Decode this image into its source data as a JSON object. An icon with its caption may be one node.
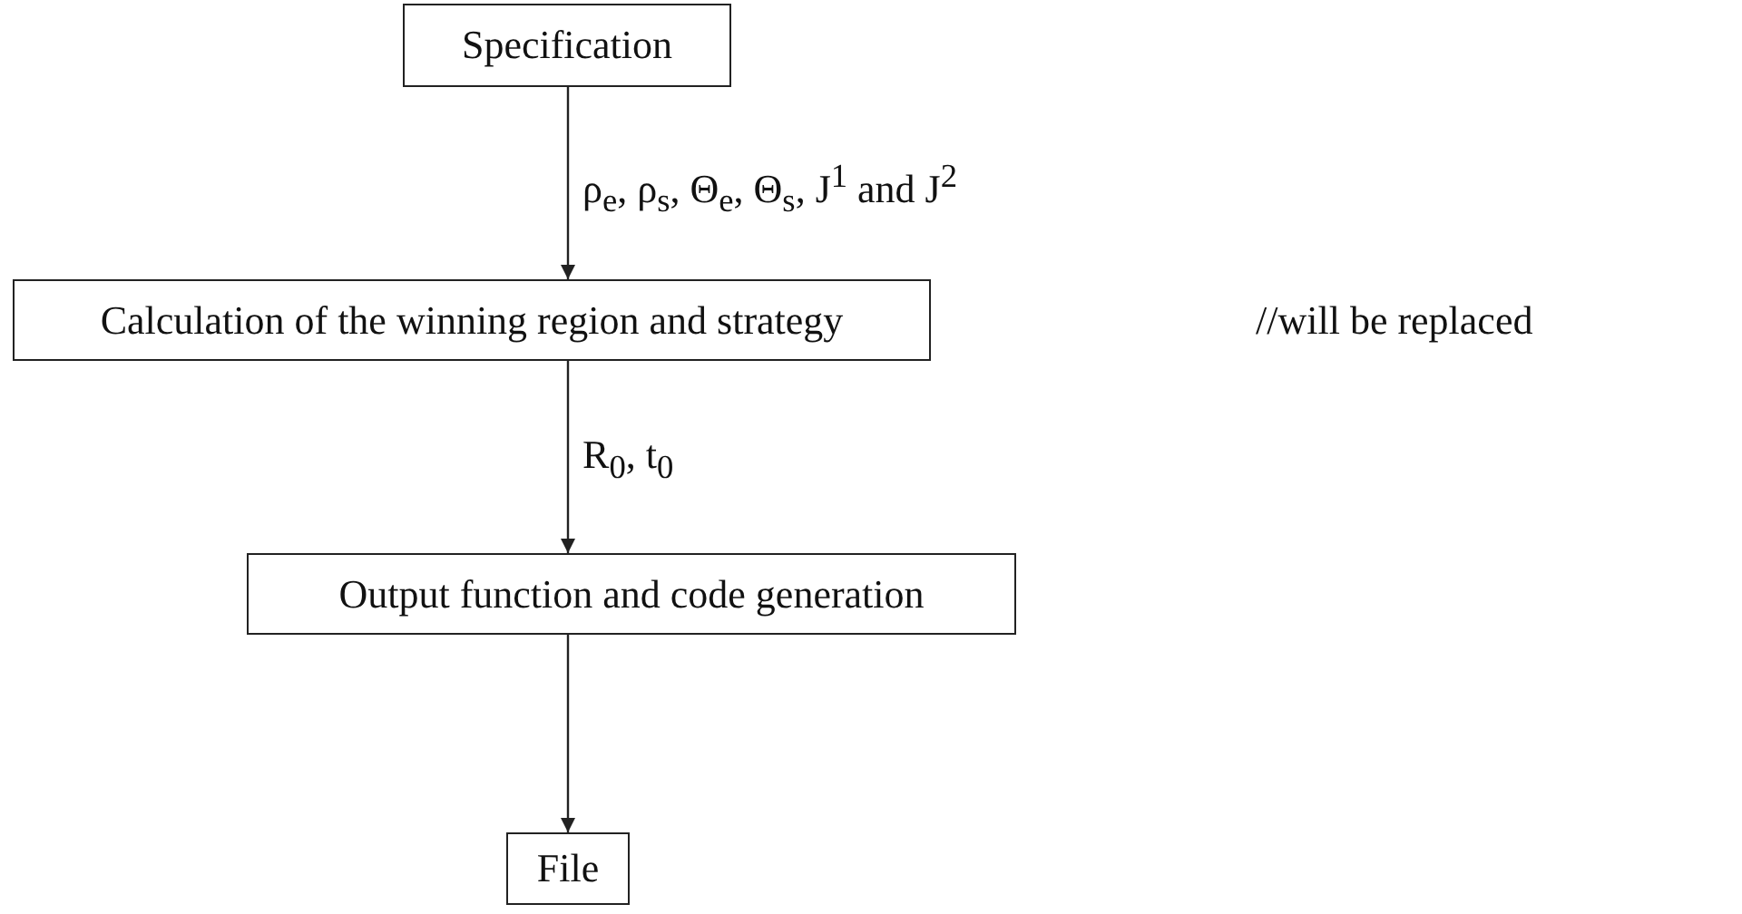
{
  "diagram": {
    "nodes": [
      {
        "text": [
          "Specification"
        ]
      },
      {
        "text": [
          "Calculation of the winning region and strategy"
        ]
      },
      {
        "text": [
          "Output function and code generation"
        ]
      },
      {
        "text": [
          "File"
        ]
      }
    ],
    "edges": [
      {
        "from": 0,
        "to": 1,
        "arrow": "to",
        "label": "ρ$_{e}$, ρ$_{s}$, Θ$_{e}$, Θ$_{s}$, J$^{1}$ and J$^{2}$"
      },
      {
        "from": 1,
        "to": 2,
        "arrow": "to",
        "label": "R$_{0}$, t$_{0}$"
      },
      {
        "from": 2,
        "to": 3,
        "arrow": "to"
      }
    ],
    "labels": [
      "//will be replaced"
    ]
  }
}
